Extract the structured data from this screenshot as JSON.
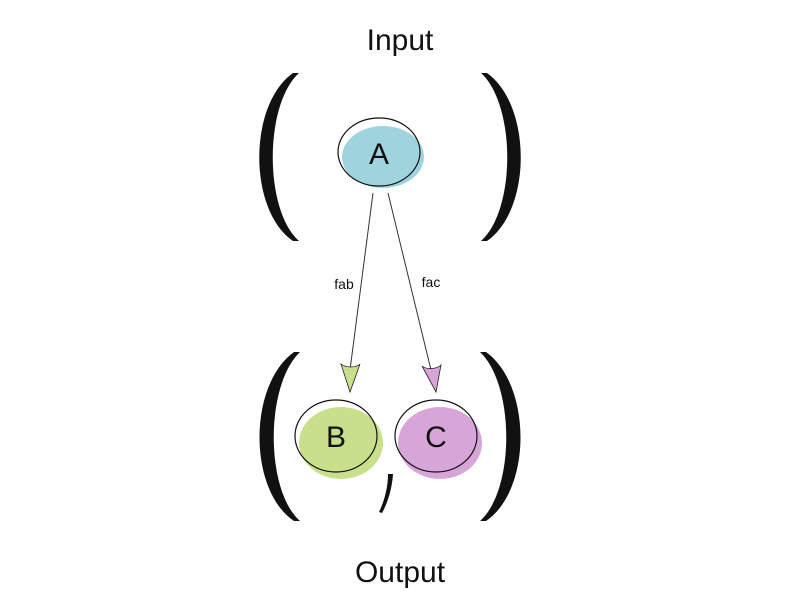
{
  "diagram": {
    "input_label": "Input",
    "output_label": "Output",
    "nodes": {
      "a": {
        "label": "A",
        "color": "#9fd4df"
      },
      "b": {
        "label": "B",
        "color": "#c8df8c"
      },
      "c": {
        "label": "C",
        "color": "#d7a5d7"
      }
    },
    "edges": {
      "ab": {
        "label": "fab",
        "arrow_color": "#c8df8c"
      },
      "ac": {
        "label": "fac",
        "arrow_color": "#d7a5d7"
      }
    },
    "separator": ","
  }
}
